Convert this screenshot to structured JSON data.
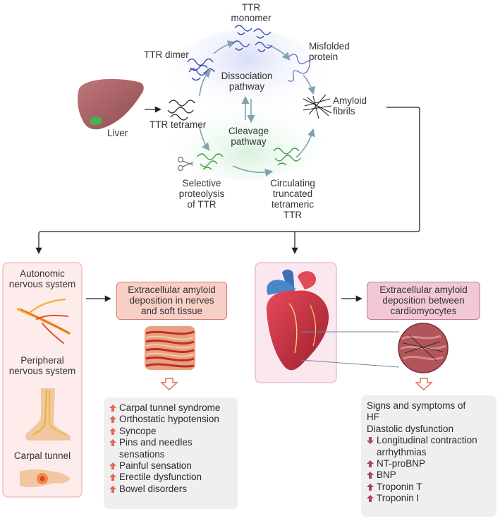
{
  "cycle": {
    "ttr_monomer": "TTR\nmonomer",
    "misfolded": "Misfolded\nprotein",
    "ttr_dimer": "TTR dimer",
    "dissociation": "Dissociation\npathway",
    "amyloid_fibrils": "Amyloid\nfibrils",
    "liver": "Liver",
    "ttr_tetramer": "TTR tetramer",
    "cleavage": "Cleavage\npathway",
    "selective": "Selective\nproteolysis\nof TTR",
    "circulating": "Circulating\ntruncated\ntetrameric\nTTR"
  },
  "nervous": {
    "autonomic": "Autonomic\nnervous system",
    "peripheral": "Peripheral\nnervous system",
    "carpal": "Carpal tunnel",
    "box": "Extracellular amyloid\ndeposition in nerves\nand soft tissue",
    "symptoms": [
      "Carpal tunnel syndrome",
      "Orthostatic hypotension",
      "Syncope",
      "Pins and needles\nsensations",
      "Painful sensation",
      "Erectile dysfunction",
      "Bowel disorders"
    ]
  },
  "cardiac": {
    "box": "Extracellular amyloid\ndeposition between\ncardiomyocytes",
    "plain": [
      "Signs and symptoms of\nHF",
      "Diastolic dysfunction"
    ],
    "down": [
      "Longitudinal contraction\narrhythmias"
    ],
    "up": [
      "NT-proBNP",
      "BNP",
      "Troponin T",
      "Troponin I"
    ]
  },
  "colors": {
    "nerve_accent": "#e06a55",
    "heart_accent": "#a8465e",
    "cycle_arrow": "#7ea3b0"
  }
}
